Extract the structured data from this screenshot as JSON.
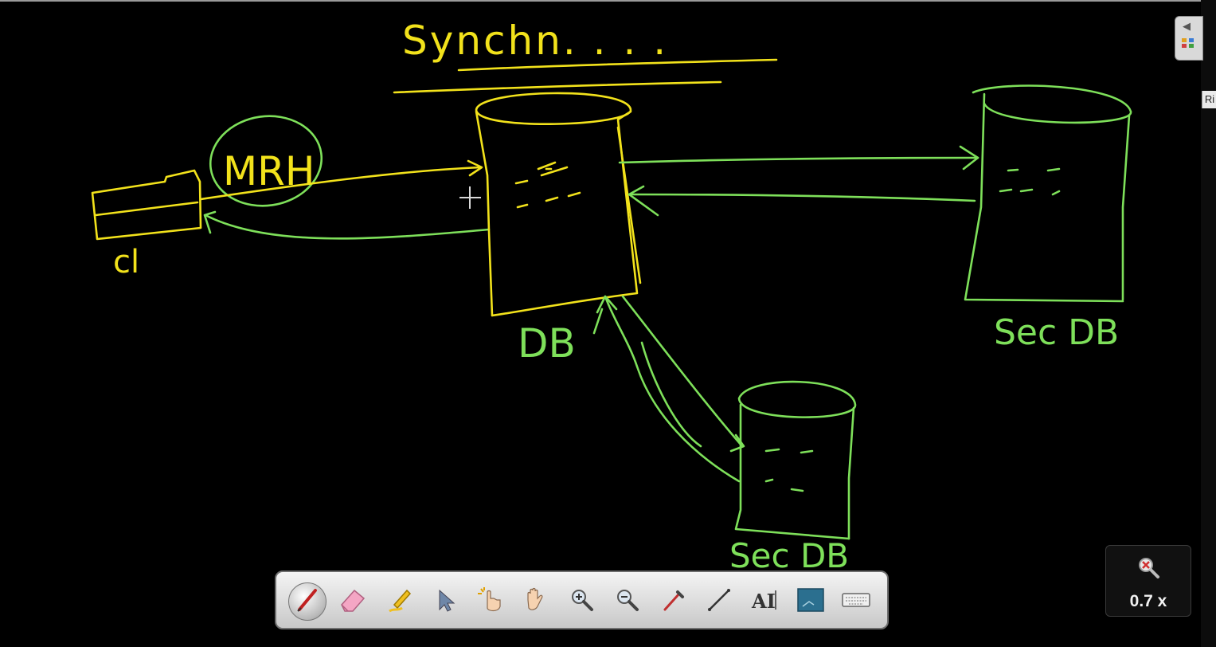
{
  "whiteboard": {
    "title_text": "Synchn. . . .",
    "labels": {
      "mrh": "MRH",
      "client": "cl",
      "primary_db": "DB",
      "secondary_db_right": "Sec DB",
      "secondary_db_bottom": "Sec DB"
    },
    "ink_colors": {
      "yellow": "#f2e21b",
      "green": "#7ee05a"
    }
  },
  "side_panel": {
    "edge_label": "Ri"
  },
  "toolbar": {
    "tools": [
      {
        "name": "pen",
        "icon": "pen-icon",
        "active": true
      },
      {
        "name": "eraser",
        "icon": "eraser-icon"
      },
      {
        "name": "highlighter",
        "icon": "highlighter-icon"
      },
      {
        "name": "select",
        "icon": "arrow-cursor-icon"
      },
      {
        "name": "click",
        "icon": "click-hand-icon"
      },
      {
        "name": "pan",
        "icon": "hand-icon"
      },
      {
        "name": "zoom in",
        "icon": "zoom-in-icon"
      },
      {
        "name": "zoom out",
        "icon": "zoom-out-icon"
      },
      {
        "name": "color picker",
        "icon": "eyedropper-icon"
      },
      {
        "name": "line",
        "icon": "line-icon"
      },
      {
        "name": "text",
        "icon": "text-icon"
      },
      {
        "name": "background",
        "icon": "background-icon"
      },
      {
        "name": "keyboard",
        "icon": "keyboard-icon"
      }
    ]
  },
  "zoom": {
    "value": "0.7 x",
    "icon": "zoom-reset-icon"
  }
}
